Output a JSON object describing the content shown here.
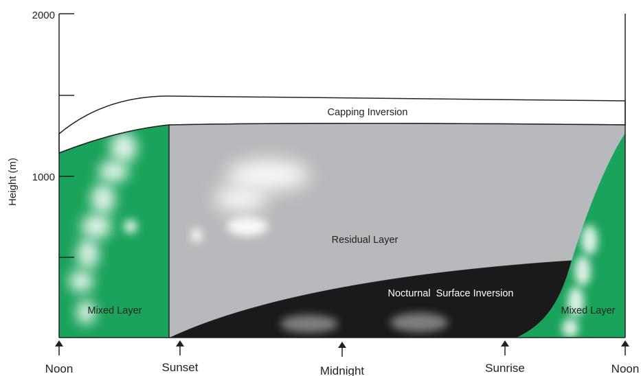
{
  "y_axis": {
    "title": "Height (m)",
    "tick_labels": [
      "2000",
      "1000"
    ]
  },
  "layers": {
    "capping_inversion": "Capping Inversion",
    "residual_layer": "Residual Layer",
    "nocturnal_surface_inversion": "Nocturnal  Surface Inversion",
    "mixed_layer_left": "Mixed Layer",
    "mixed_layer_right": "Mixed Layer"
  },
  "time_markers": [
    "Noon",
    "Sunset",
    "Midnight",
    "Sunrise",
    "Noon"
  ],
  "colors": {
    "mixed_layer": "#1aa35a",
    "residual_layer": "#b8b9bc",
    "nocturnal_inversion": "#1a1a1a",
    "capping_inversion": "#ffffff",
    "lines": "#222222"
  }
}
